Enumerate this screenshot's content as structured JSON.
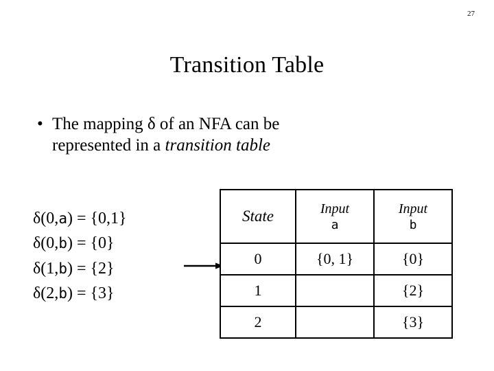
{
  "slide": {
    "number": "27",
    "title": "Transition Table",
    "bullet": {
      "marker": "•",
      "line1": "The mapping δ of an NFA can be",
      "line2_prefix": "represented in a ",
      "line2_italic": "transition table"
    },
    "delta_definitions": [
      {
        "lhs_pre": "δ(0,",
        "lhs_sym": "a",
        "lhs_post": ")",
        "eq": "=",
        "rhs": "{0,1}"
      },
      {
        "lhs_pre": "δ(0,",
        "lhs_sym": "b",
        "lhs_post": ")",
        "eq": "=",
        "rhs": "{0}"
      },
      {
        "lhs_pre": "δ(1,",
        "lhs_sym": "b",
        "lhs_post": ")",
        "eq": "=",
        "rhs": "{2}"
      },
      {
        "lhs_pre": "δ(2,",
        "lhs_sym": "b",
        "lhs_post": ")",
        "eq": "=",
        "rhs": "{3}"
      }
    ],
    "table": {
      "headers": [
        {
          "label": "State",
          "symbol": ""
        },
        {
          "label": "Input",
          "symbol": "a"
        },
        {
          "label": "Input",
          "symbol": "b"
        }
      ],
      "rows": [
        {
          "state": "0",
          "input_a": "{0, 1}",
          "input_b": "{0}"
        },
        {
          "state": "1",
          "input_a": "",
          "input_b": "{2}"
        },
        {
          "state": "2",
          "input_a": "",
          "input_b": "{3}"
        }
      ]
    },
    "colors": {
      "background": "#ffffff",
      "text": "#000000",
      "border": "#000000"
    }
  }
}
